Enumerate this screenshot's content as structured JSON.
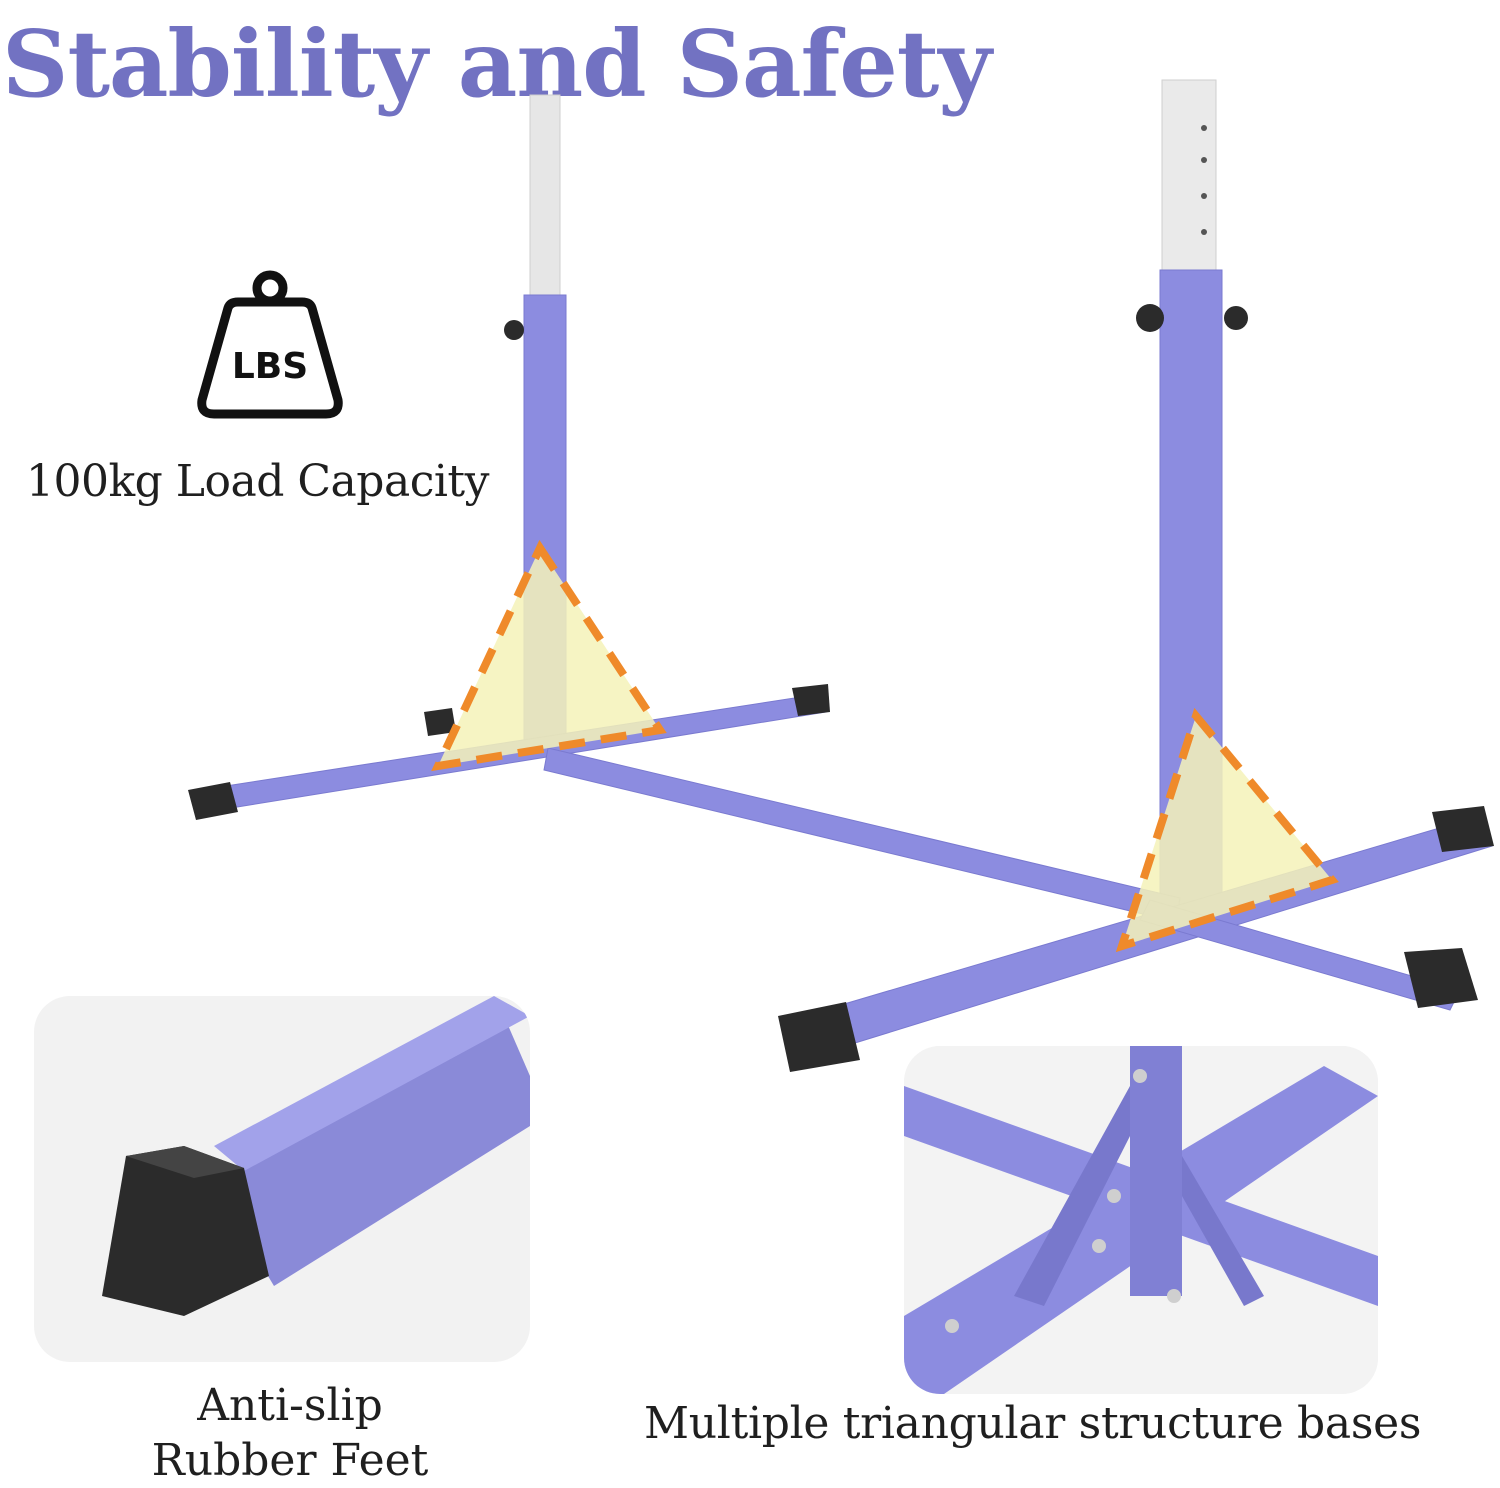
{
  "title": "Stability and Safety",
  "weight_icon": {
    "icon": "weight-icon",
    "text": "LBS"
  },
  "load_capacity": "100kg Load Capacity",
  "feet_caption": {
    "line1": "Anti-slip",
    "line2": "Rubber Feet"
  },
  "bases_caption": "Multiple triangular structure bases",
  "colors": {
    "frame": "#8c8ce0",
    "title": "#7272c2",
    "triangle_fill": "#f4f2b8",
    "triangle_stroke": "#ef8a2a",
    "rubber": "#2b2b2b"
  }
}
